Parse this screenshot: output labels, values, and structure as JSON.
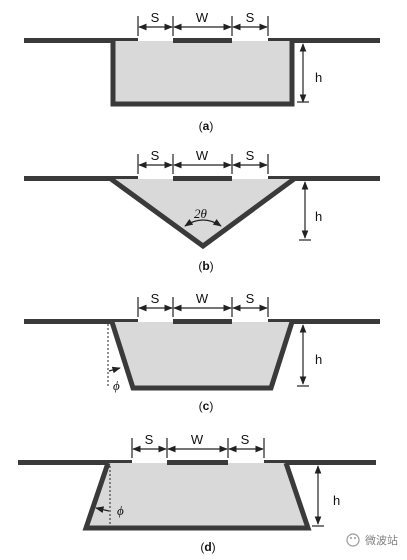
{
  "labels": {
    "slot": "S",
    "width": "W",
    "height": "h",
    "angle_2theta": "2θ",
    "angle_phi": "ϕ"
  },
  "captions": {
    "a_open": "(",
    "a_letter": "a",
    "a_close": ")",
    "b_open": "(",
    "b_letter": "b",
    "b_close": ")",
    "c_open": "(",
    "c_letter": "c",
    "c_close": ")",
    "d_open": "(",
    "d_letter": "d",
    "d_close": ")"
  },
  "watermark": "微波站",
  "colors": {
    "metal": "#3a3a3a",
    "substrate": "#d9d9d9"
  }
}
